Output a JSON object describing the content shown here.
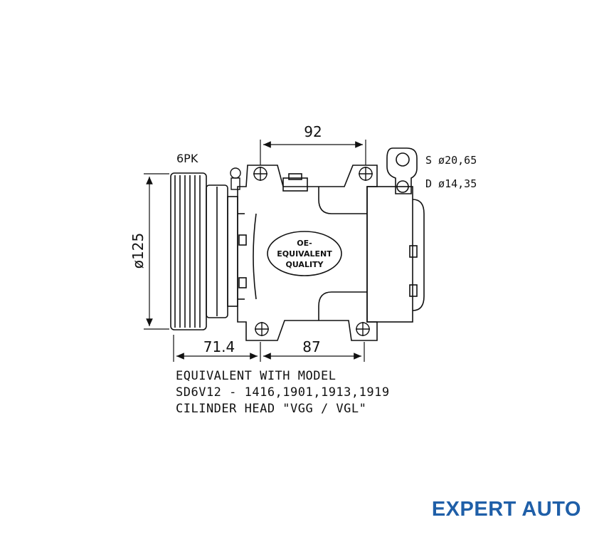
{
  "labels": {
    "belt": "6PK",
    "dim_top": "92",
    "dim_pulley_dia": "ø125",
    "dim_bottom_left": "71.4",
    "dim_bottom_right": "87",
    "suction": "S  ø20,65",
    "discharge": "D  ø14,35",
    "badge_line1": "OE-",
    "badge_line2": "EQUIVALENT",
    "badge_line3": "QUALITY"
  },
  "caption": {
    "line1": "EQUIVALENT WITH MODEL",
    "line2": "SD6V12 - 1416,1901,1913,1919",
    "line3": "CILINDER HEAD \"VGG / VGL\""
  },
  "brand": {
    "text": "EXPERT AUTO",
    "color": "#1f5fa8"
  }
}
